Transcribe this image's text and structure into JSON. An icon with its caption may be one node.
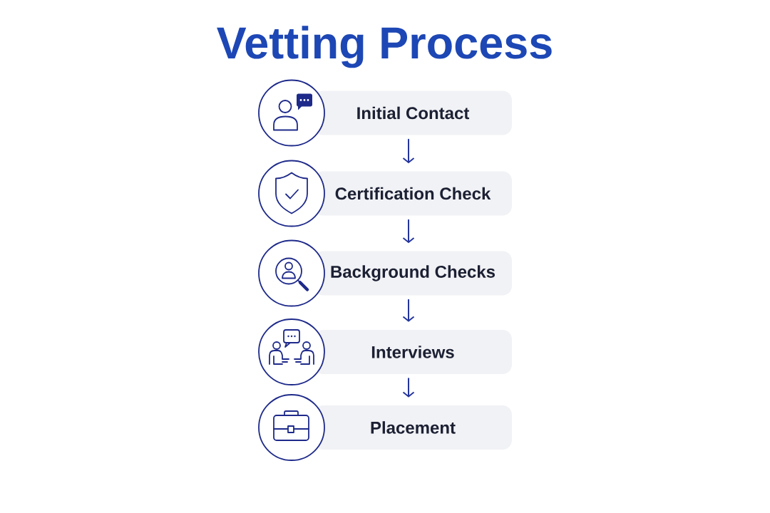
{
  "diagram": {
    "title": "Vetting Process",
    "nodes": [
      {
        "text": [
          "Initial Contact"
        ]
      },
      {
        "text": [
          "Certification Check"
        ]
      },
      {
        "text": [
          "Background Checks"
        ]
      },
      {
        "text": [
          "Interviews"
        ]
      },
      {
        "text": [
          "Placement"
        ]
      }
    ],
    "edges": [
      {
        "from": 0,
        "to": 1,
        "arrow": "to"
      },
      {
        "from": 1,
        "to": 2,
        "arrow": "to"
      },
      {
        "from": 2,
        "to": 3,
        "arrow": "to"
      },
      {
        "from": 3,
        "to": 4,
        "arrow": "to"
      }
    ]
  }
}
